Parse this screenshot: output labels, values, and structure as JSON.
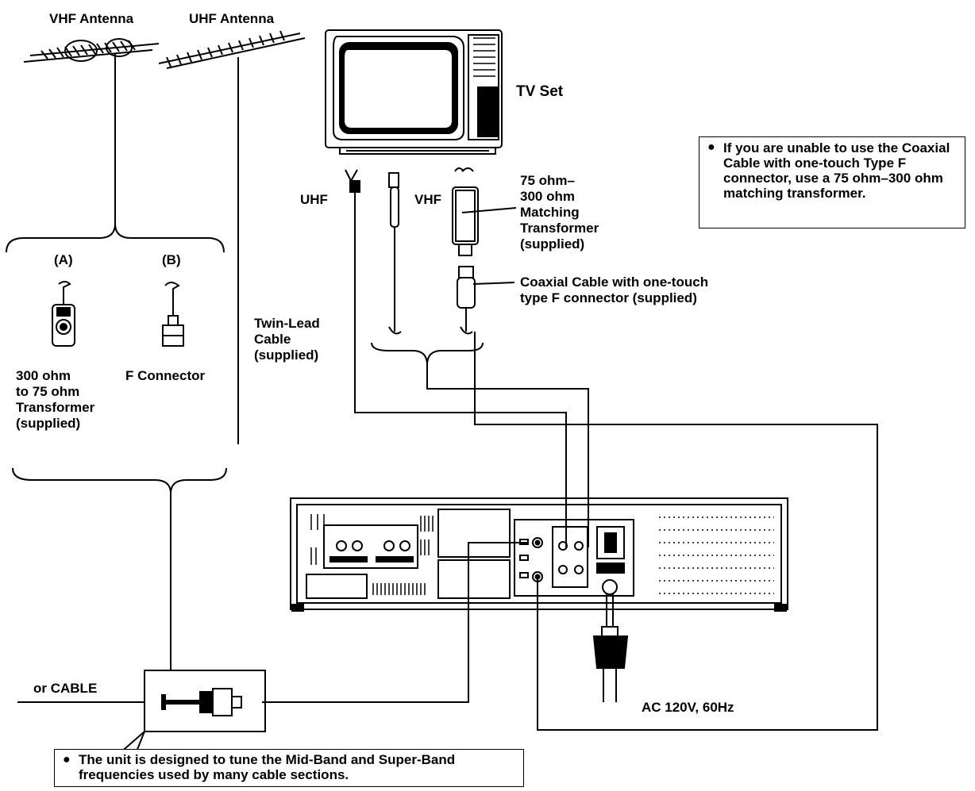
{
  "labels": {
    "vhf_antenna": "VHF Antenna",
    "uhf_antenna": "UHF Antenna",
    "tv_set": "TV Set",
    "option_a": "(A)",
    "option_b": "(B)",
    "transformer_300_75": "300 ohm\nto 75 ohm\nTransformer\n(supplied)",
    "f_connector": "F Connector",
    "uhf": "UHF",
    "vhf": "VHF",
    "matching_transformer": "75 ohm–\n300 ohm\nMatching\nTransformer\n(supplied)",
    "coaxial_cable": "Coaxial Cable with one-touch\ntype F connector (supplied)",
    "twin_lead": "Twin-Lead\nCable\n(supplied)",
    "or_cable": "or CABLE",
    "ac_power": "AC 120V, 60Hz"
  },
  "notes": {
    "matching_note": "If you are unable to use the Coaxial Cable with one-touch Type F connector, use a 75 ohm–300 ohm matching transformer.",
    "cable_note": "The unit is designed to tune the Mid-Band and Super-Band frequencies used by many cable sections."
  }
}
